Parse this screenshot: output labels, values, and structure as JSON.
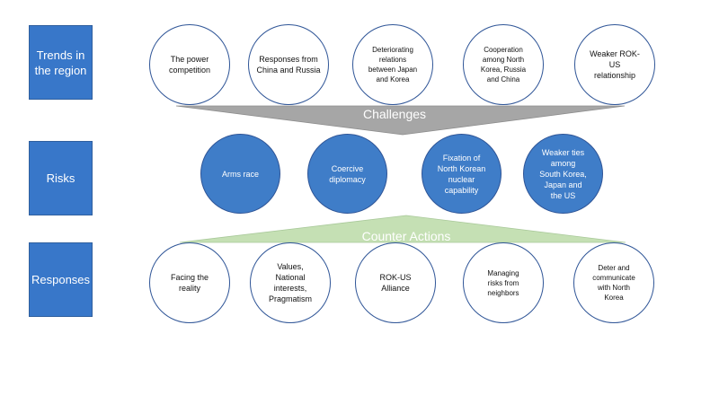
{
  "side_labels": {
    "trends": "Trends in the region",
    "risks": "Risks",
    "responses": "Responses"
  },
  "trends": [
    "The power competition",
    "Responses from China and Russia",
    "Deteriorating relations between Japan and Korea",
    "Cooperation among North Korea, Russia and China",
    "Weaker ROK-US relationship"
  ],
  "banners": {
    "challenges": "Challenges",
    "counter_actions": "Counter Actions"
  },
  "risks": [
    "Arms race",
    "Coercive diplomacy",
    "Fixation of North Korean nuclear capability",
    "Weaker ties among South Korea, Japan and the US"
  ],
  "responses": [
    "Facing the reality",
    "Values, National interests, Pragmatism",
    "ROK-US Alliance",
    "Managing risks from neighbors",
    "Deter and communicate with North Korea"
  ],
  "colors": {
    "side_box": "#3877c9",
    "risk_circle": "#3f7dc8",
    "circle_border": "#2f5597",
    "challenges_banner": "#a6a6a6",
    "counter_banner": "#c5e0b4"
  }
}
